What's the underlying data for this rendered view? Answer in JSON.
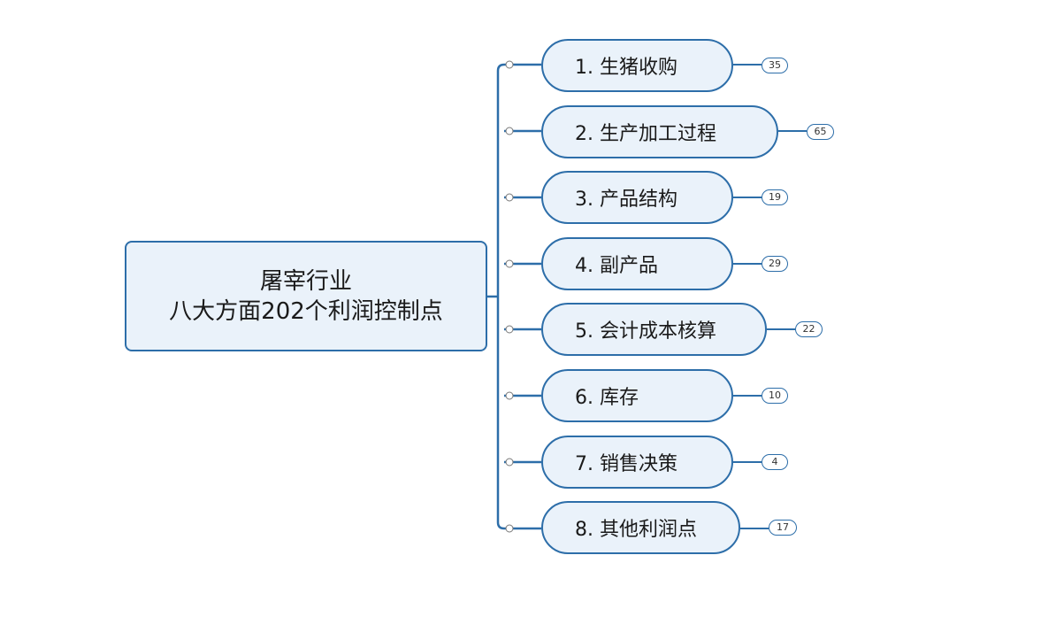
{
  "colors": {
    "line": "#2d6ea9",
    "node_fill": "#eaf2fa",
    "badge_fill": "#ffffff",
    "text": "#1a1a1a"
  },
  "root": {
    "line1": "屠宰行业",
    "line2": "八大方面202个利润控制点"
  },
  "branches": [
    {
      "label": "1. 生猪收购",
      "count": "35"
    },
    {
      "label": "2. 生产加工过程",
      "count": "65"
    },
    {
      "label": "3. 产品结构",
      "count": "19"
    },
    {
      "label": "4. 副产品",
      "count": "29"
    },
    {
      "label": "5. 会计成本核算",
      "count": "22"
    },
    {
      "label": "6. 库存",
      "count": "10"
    },
    {
      "label": "7. 销售决策",
      "count": "4"
    },
    {
      "label": "8. 其他利润点",
      "count": "17"
    }
  ]
}
